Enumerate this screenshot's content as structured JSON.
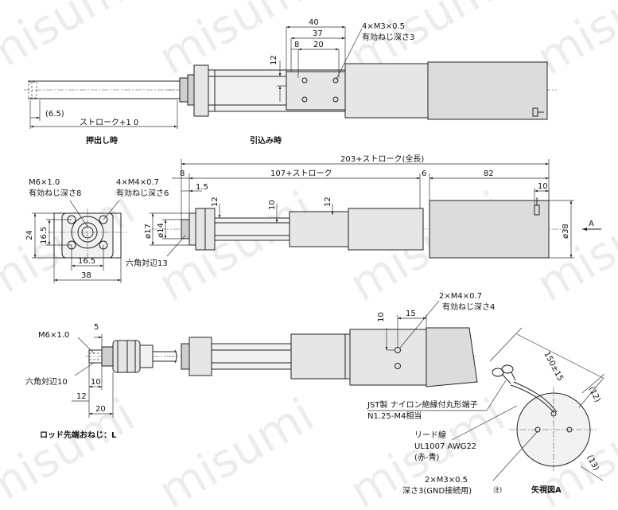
{
  "watermark": "misumi",
  "views": {
    "extension": {
      "label": "押出し時",
      "stroke_label": "ストローク+1 0",
      "offset": "(6.5)"
    },
    "retraction": {
      "label": "引込み時",
      "dim_40": "40",
      "dim_37": "37",
      "dim_8": "8",
      "dim_20": "20",
      "dim_12": "12",
      "thread_spec": "4×M3×0.5",
      "thread_depth": "有効ねじ深さ3"
    },
    "front_view": {
      "thread_m6": "M6×1.0",
      "thread_m6_depth": "有効ねじ深さ8",
      "thread_m4": "4×M4×0.7",
      "thread_m4_depth": "有効ねじ深さ6",
      "dim_24": "24",
      "dim_16_5_v": "16.5",
      "dim_16_5_h": "16.5",
      "dim_38": "38"
    },
    "side_view": {
      "total_length": "203+ストローク(全長)",
      "dim_8": "8",
      "dim_107": "107+ストローク",
      "dim_6": "6",
      "dim_82": "82",
      "dim_1_5": "1.5",
      "dim_10_top": "10",
      "dim_12_a": "12",
      "dim_10_mid": "10",
      "dim_12_b": "12",
      "dia_17": "ø17",
      "dia_14": "ø14",
      "dia_38": "ø38",
      "hex_13": "六角対辺13",
      "arrow_a": "A"
    },
    "rod_end": {
      "label": "ロッド先端おねじ：L",
      "thread": "M6×1.0",
      "hex_10": "六角対辺10",
      "dim_5": "5",
      "dim_10": "10",
      "dim_12": "12",
      "dim_20": "20"
    },
    "bottom_view": {
      "thread_spec": "2×M4×0.7",
      "thread_depth": "有効ねじ深さ4",
      "dim_15": "15",
      "dim_10": "10"
    },
    "view_a": {
      "title": "矢視図A",
      "cable_length": "150±15",
      "dim_12": "(12)",
      "dim_13": "(13)",
      "terminal_1": "JST製 ナイロン絶縁付丸形端子",
      "terminal_2": "N1.25-M4相当",
      "lead_1": "リード線",
      "lead_2": "UL1007 AWG22",
      "lead_3": "(赤-青)",
      "gnd_1": "2×M3×0.5",
      "gnd_2": "深さ3(GND接続用)",
      "gnd_note": "注)"
    }
  }
}
